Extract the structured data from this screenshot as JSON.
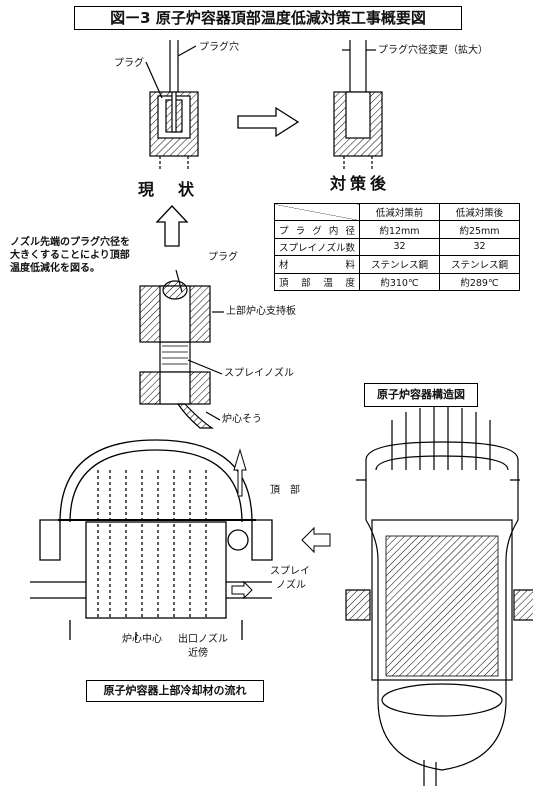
{
  "title": "図ー3 原子炉容器頂部温度低減対策工事概要図",
  "labels": {
    "plug_left": "プラグ",
    "plug_hole": "プラグ穴",
    "plug_hole_change": "プラグ穴径変更（拡大）",
    "current": "現　状",
    "after": "対策後",
    "note_line1": "ノズル先端のプラグ穴径を",
    "note_line2": "大きくすることにより頂部",
    "note_line3": "温度低減化を図る。",
    "plug_mid": "プラグ",
    "upper_core_plate": "上部炉心支持板",
    "spray_nozzle": "スプレイノズル",
    "core_barrel": "炉心そう",
    "top_head": "頂　部",
    "spray": "スプレイ",
    "nozzle": "ノズル",
    "core_center": "炉心中心",
    "outlet_nozzle": "出口ノズル",
    "vicinity": "近傍",
    "structure_caption": "原子炉容器構造図",
    "flow_caption": "原子炉容器上部冷却材の流れ"
  },
  "table": {
    "headers": [
      "",
      "低減対策前",
      "低減対策後"
    ],
    "rows": [
      [
        "プラグ内径",
        "約12mm",
        "約25mm"
      ],
      [
        "スプレイノズル数",
        "32",
        "32"
      ],
      [
        "材料",
        "ステンレス鋼",
        "ステンレス鋼"
      ],
      [
        "頂部温度",
        "約310℃",
        "約289℃"
      ]
    ]
  }
}
